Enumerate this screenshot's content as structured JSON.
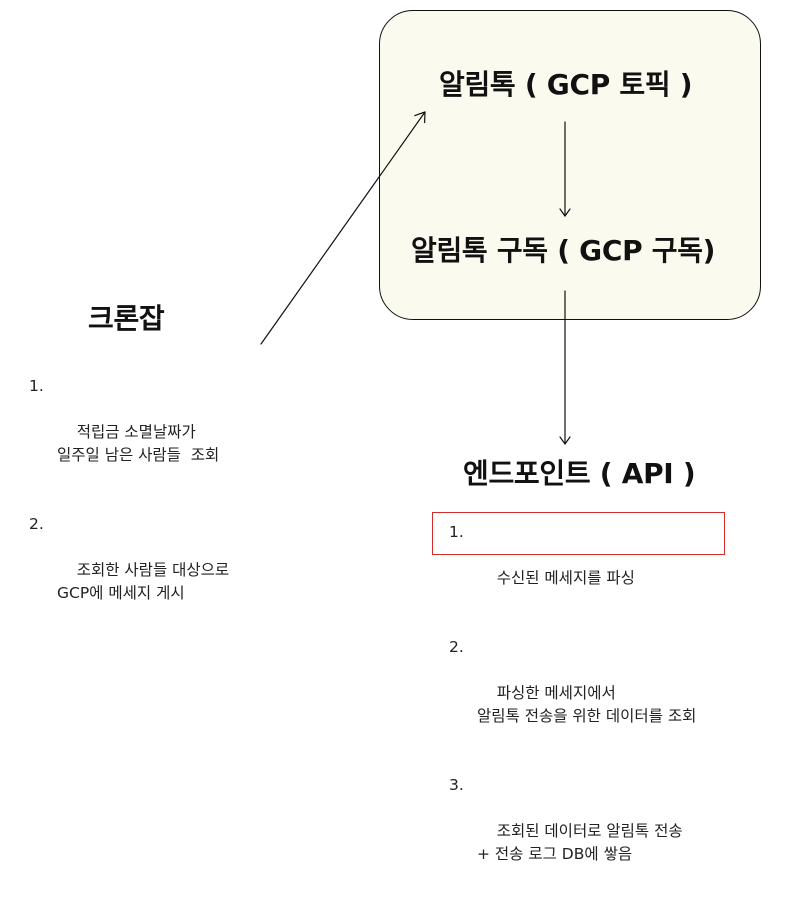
{
  "gcp_group": {
    "topic_label": "알림톡 ( GCP 토픽 )",
    "subscription_label": "알림톡 구독 ( GCP 구독)"
  },
  "cron": {
    "title": "크론잡",
    "steps": [
      {
        "num": "1.",
        "text": "적립금 소멸날짜가\n일주일 남은 사람들  조회"
      },
      {
        "num": "2.",
        "text": "조회한 사람들 대상으로\nGCP에 메세지 게시"
      }
    ]
  },
  "endpoint": {
    "title": "엔드포인트 ( API )",
    "steps": [
      {
        "num": "1.",
        "text": "수신된 메세지를 파싱",
        "highlighted": true
      },
      {
        "num": "2.",
        "text": "파싱한 메세지에서\n알림톡 전송을 위한 데이터를 조회"
      },
      {
        "num": "3.",
        "text": "조회된 데이터로 알림톡 전송\n+ 전송 로그 DB에 쌓음"
      }
    ]
  },
  "colors": {
    "group_fill": "#fbfaef",
    "highlight_border": "#d52a2a",
    "line": "#111111"
  }
}
